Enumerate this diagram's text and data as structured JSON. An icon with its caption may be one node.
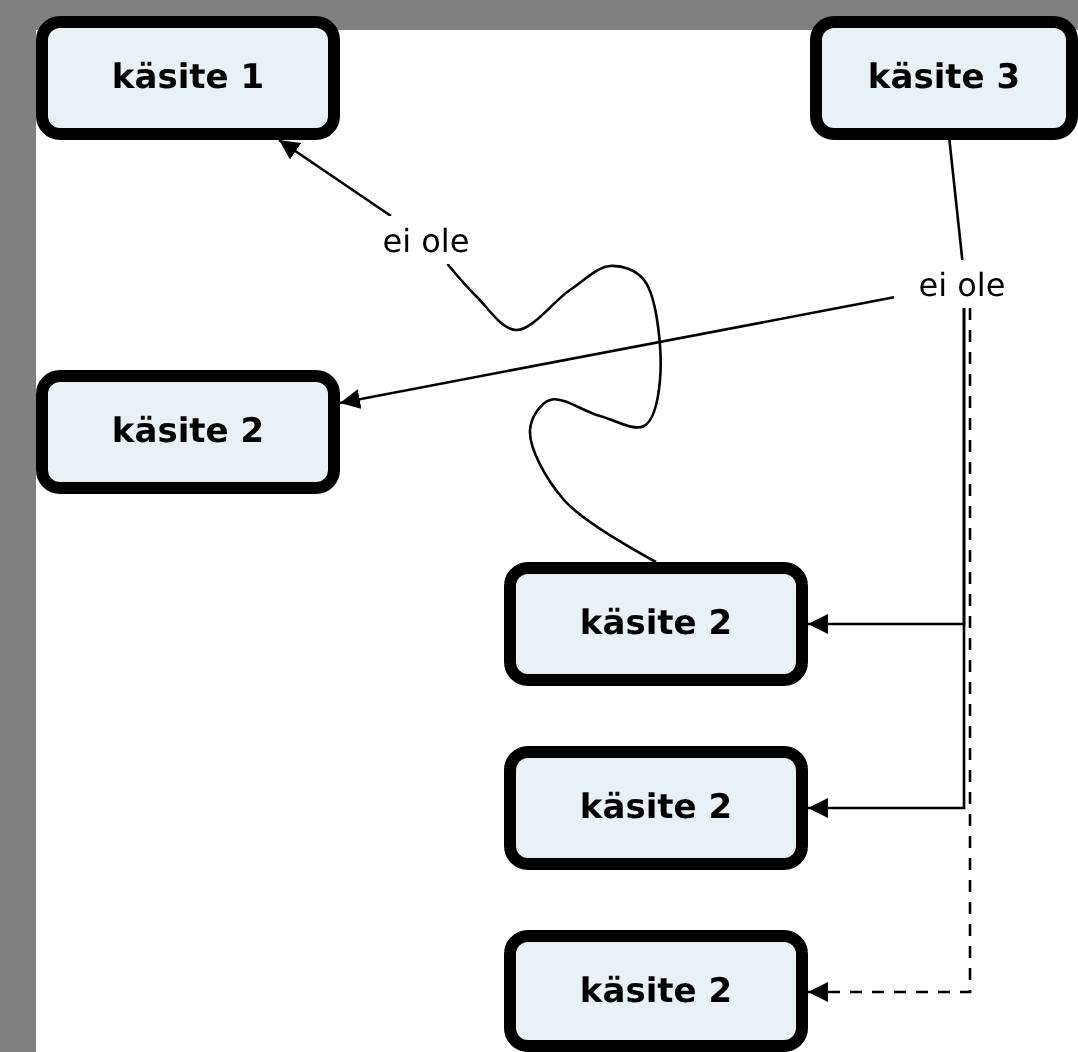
{
  "diagram": {
    "nodes": [
      {
        "text": [
          "käsite 1"
        ]
      },
      {
        "text": [
          "käsite 3"
        ]
      },
      {
        "text": [
          "ei ole"
        ]
      },
      {
        "text": [
          "ei ole"
        ]
      },
      {
        "text": [
          "käsite 2"
        ]
      },
      {
        "text": [
          "käsite 2"
        ]
      },
      {
        "text": [
          "käsite 2"
        ]
      },
      {
        "text": [
          "käsite 2"
        ]
      }
    ],
    "edges": [
      {
        "from": 5,
        "to": 2,
        "arrow": "none"
      },
      {
        "from": 2,
        "to": 0,
        "arrow": "to"
      },
      {
        "from": 1,
        "to": 3,
        "arrow": "none"
      },
      {
        "from": 3,
        "to": 4,
        "arrow": "to"
      },
      {
        "from": 3,
        "to": 5,
        "arrow": "to"
      },
      {
        "from": 3,
        "to": 6,
        "arrow": "to"
      },
      {
        "from": 3,
        "to": 7,
        "arrow": "to",
        "style": "dashed"
      }
    ]
  }
}
